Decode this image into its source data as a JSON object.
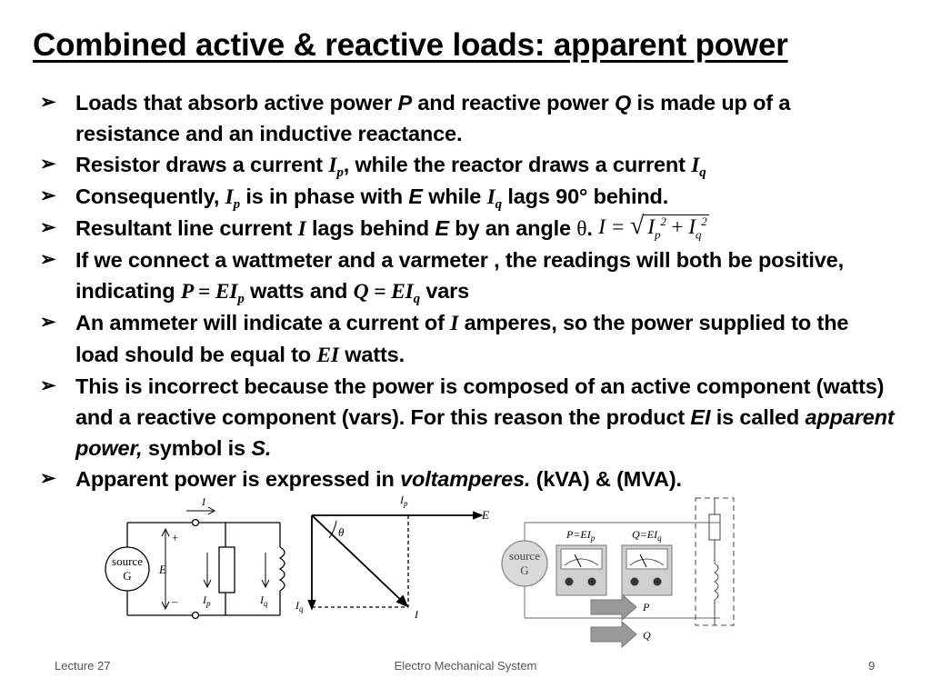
{
  "title": "Combined active & reactive loads: apparent power",
  "bullets": {
    "b1": {
      "t1": "Loads that absorb active power ",
      "P": "P",
      "t2": " and reactive power ",
      "Q": "Q",
      "t3": " is made up of a resistance and an inductive reactance."
    },
    "b2": {
      "t1": "Resistor draws a current ",
      "I1": "I",
      "p": "p",
      "t2": ", while the reactor draws a current ",
      "I2": "I",
      "q": "q"
    },
    "b3": {
      "t1": "Consequently, ",
      "I1": "I",
      "p": "p",
      "t2": " is in phase with ",
      "E": "E",
      "t3": " while ",
      "I2": "I",
      "q": "q",
      "t4": " lags 90° behind."
    },
    "b4": {
      "t1": "Resultant line current ",
      "I": "I",
      "t2": " lags behind ",
      "E": "E",
      "t3": " by an angle ",
      "theta": "θ",
      "dot": "."
    },
    "b5": {
      "t1": "If we connect a wattmeter and a varmeter , the readings will both be positive, indicating ",
      "f1": "P = EI",
      "p": "p",
      "t2": " watts and ",
      "f2": "Q = EI",
      "q": "q",
      "t3": " vars"
    },
    "b6": {
      "t1": "An ammeter will indicate a current of ",
      "I": "I",
      "t2": " amperes, so the power supplied to the load should be equal to ",
      "EI": "EI",
      "t3": " watts."
    },
    "b7": {
      "t1": "This is incorrect because the power is composed of an active component (watts) and a reactive component (vars). For this reason the product ",
      "EI": "EI",
      "t2": " is called ",
      "ap": "apparent power,",
      "t3": " symbol is ",
      "S": "S."
    },
    "b8": {
      "t1": "Apparent power is expressed in ",
      "va": "voltamperes.",
      "t2": "  (kVA) & (MVA)."
    }
  },
  "formula": {
    "lhs": "I",
    "eq": "=",
    "I1": "I",
    "p": "p",
    "sq1": "2",
    "plus": "+",
    "I2": "I",
    "q": "q",
    "sq2": "2"
  },
  "diagram": {
    "circuit": {
      "source1": "source",
      "source2": "G",
      "I": "I",
      "plus": "+",
      "E": "E",
      "minus": "–",
      "Ip": "I",
      "p": "p",
      "Iq": "I",
      "q": "q"
    },
    "phasor": {
      "Ip": "I",
      "p": "p",
      "E": "E",
      "theta": "θ",
      "Iq": "I",
      "q": "q",
      "I": "I"
    },
    "meters": {
      "source1": "source",
      "source2": "G",
      "wlabel": "P=EI",
      "wsub": "p",
      "vlabel": "Q=EI",
      "vsub": "q",
      "P": "P",
      "Q": "Q"
    }
  },
  "footer": {
    "left": "Lecture 27",
    "center": "Electro Mechanical System",
    "right": "9"
  }
}
